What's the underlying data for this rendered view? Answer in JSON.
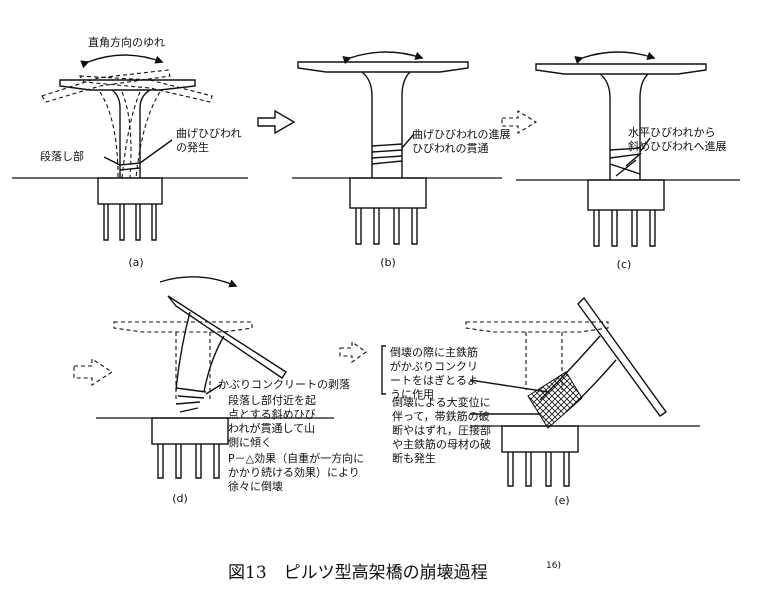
{
  "figure": {
    "title": "図13　ピルツ型高架橋の崩壊過程",
    "reference": "16)"
  },
  "panels": {
    "a": {
      "caption": "(a)",
      "labels": {
        "sway": "直角方向のゆれ",
        "step": "段落し部",
        "crack1": "曲げひびわれ",
        "crack2": "の発生"
      }
    },
    "b": {
      "caption": "(b)",
      "labels": {
        "l1": "曲げひびわれの進展",
        "l2": "ひびわれの貫通"
      }
    },
    "c": {
      "caption": "(c)",
      "labels": {
        "l1": "水平ひびわれから",
        "l2": "斜めひびわれへ進展"
      }
    },
    "d": {
      "caption": "(d)",
      "labels": {
        "spall": "かぶりコンクリートの剥落",
        "c1": "段落し部付近を起",
        "c2": "点とする斜めひび",
        "c3": "われが貫通して山",
        "c4": "側に傾く",
        "p1": "P－△効果（自重が一方向に",
        "p2": "かかり続ける効果）により",
        "p3": "徐々に倒壊"
      }
    },
    "e": {
      "caption": "(e)",
      "labels": {
        "b1": "倒壊の際に主鉄筋",
        "b2": "がかぶりコンクリ",
        "b3": "ートをはぎとるよ",
        "b4": "うに作用",
        "d1": "倒壊による大変位に",
        "d2": "伴って，帯鉄筋の破",
        "d3": "断やはずれ，圧接部",
        "d4": "や主鉄筋の母材の破",
        "d5": "断も発生"
      }
    }
  }
}
